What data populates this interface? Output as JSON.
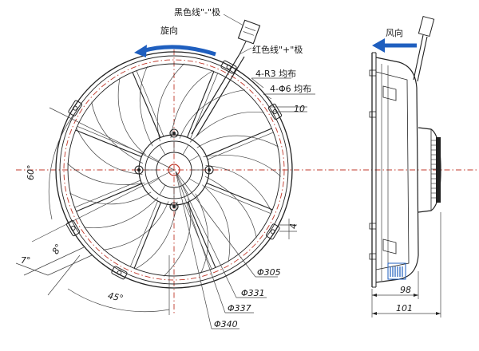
{
  "labels": {
    "black_wire": "黑色线\"-\"极",
    "red_wire": "红色线\"+\"极",
    "rotation": "旋向",
    "wind": "风向",
    "holes_r3": "4-R3 均布",
    "holes_d6": "4-Φ6 均布",
    "dim_10": "10",
    "dim_4": "4",
    "angle_60": "60°",
    "angle_8": "8°",
    "angle_7": "7°",
    "angle_45": "45°",
    "dia_305": "Φ305",
    "dia_331": "Φ331",
    "dia_337": "Φ337",
    "dia_340": "Φ340",
    "depth_98": "98",
    "depth_101": "101"
  },
  "colors": {
    "arrow": "#1f5fbf",
    "centerline": "#c0392b",
    "line": "#222222"
  },
  "icons": {
    "rotation_arrow": "curved-arrow-left-icon",
    "wind_arrow": "arrow-left-icon"
  }
}
